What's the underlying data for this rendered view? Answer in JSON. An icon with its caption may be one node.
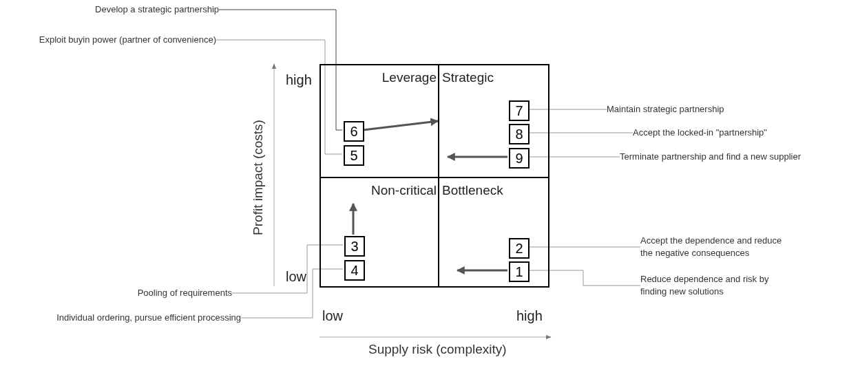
{
  "diagram": {
    "nodes": [
      {
        "text": [
          "Develop a strategic partnership"
        ]
      },
      {
        "text": [
          "Exploit buyin power (partner of convenience)"
        ]
      },
      {
        "text": [
          "Leverage"
        ]
      },
      {
        "text": [
          "Strategic"
        ]
      },
      {
        "text": [
          "6"
        ],
        "in": 2
      },
      {
        "text": [
          "5"
        ],
        "in": 2
      },
      {
        "text": [
          "7"
        ],
        "in": 3
      },
      {
        "text": [
          "8"
        ],
        "in": 3
      },
      {
        "text": [
          "9"
        ],
        "in": 3
      },
      {
        "text": [
          "Maintain strategic partnership"
        ]
      },
      {
        "text": [
          "Accept the locked-in \"partnership\""
        ]
      },
      {
        "text": [
          "Terminate partnership and find a new supplier"
        ]
      },
      {
        "text": [
          "Non-critical"
        ]
      },
      {
        "text": [
          "Bottleneck"
        ]
      },
      {
        "text": [
          "3"
        ],
        "in": 12
      },
      {
        "text": [
          "4"
        ],
        "in": 12
      },
      {
        "text": [
          "2"
        ],
        "in": 13
      },
      {
        "text": [
          "1"
        ],
        "in": 13
      },
      {
        "text": [
          "Accept the dependence and reduce the negative consequences"
        ]
      },
      {
        "text": [
          "Reduce dependence and risk by finding new solutions"
        ]
      },
      {
        "text": [
          "Pooling of requirements"
        ]
      },
      {
        "text": [
          "Individual ordering, pursue efficient processing"
        ]
      }
    ],
    "edges": [
      {
        "from": 0,
        "to": 4,
        "arrow": "none",
        "color": "#404040"
      },
      {
        "from": 1,
        "to": 5,
        "arrow": "none"
      },
      {
        "from": 4,
        "to": 3,
        "arrow": "to",
        "style": "thick",
        "color": "#555555"
      },
      {
        "from": 6,
        "to": 9,
        "arrow": "none"
      },
      {
        "from": 7,
        "to": 10,
        "arrow": "none"
      },
      {
        "from": 8,
        "to": 11,
        "arrow": "none"
      },
      {
        "from": 8,
        "to": null,
        "arrow": "to",
        "style": "thick",
        "color": "#555555"
      },
      {
        "from": 14,
        "to": null,
        "arrow": "to",
        "style": "thick",
        "color": "#555555"
      },
      {
        "from": 20,
        "to": 14,
        "arrow": "none"
      },
      {
        "from": 21,
        "to": 15,
        "arrow": "none"
      },
      {
        "from": 16,
        "to": 18,
        "arrow": "none"
      },
      {
        "from": 17,
        "to": 19,
        "arrow": "none"
      },
      {
        "from": 17,
        "to": null,
        "arrow": "to",
        "style": "thick",
        "color": "#555555"
      }
    ],
    "labels": [
      "high",
      "Profit impact (costs)",
      "low",
      "low",
      "high",
      "Supply risk (complexity)"
    ]
  }
}
